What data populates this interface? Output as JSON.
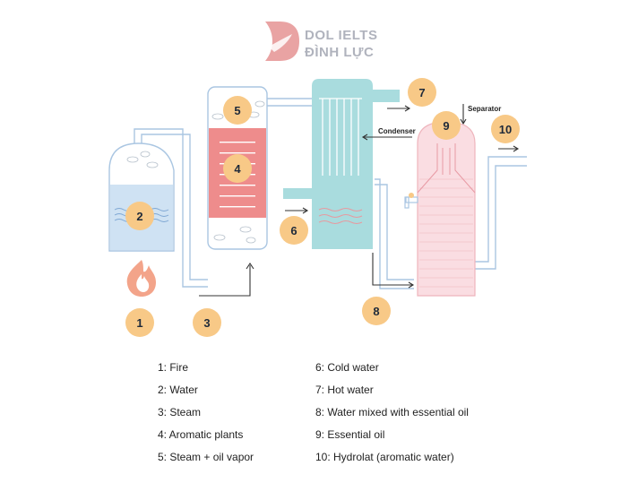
{
  "brand": {
    "line1": "DOL IELTS",
    "line2": "ĐÌNH LỰC",
    "logo_icon": "dolphin-d-logo",
    "color": "#e9a3a3"
  },
  "markers": [
    {
      "num": "1"
    },
    {
      "num": "2"
    },
    {
      "num": "3"
    },
    {
      "num": "4"
    },
    {
      "num": "5"
    },
    {
      "num": "6"
    },
    {
      "num": "7"
    },
    {
      "num": "8"
    },
    {
      "num": "9"
    },
    {
      "num": "10"
    }
  ],
  "labels": {
    "condenser": "Condenser",
    "separator": "Separator"
  },
  "legend": {
    "left": [
      "1: Fire",
      "2: Water",
      "3: Steam",
      "4: Aromatic plants",
      "5: Steam + oil vapor"
    ],
    "right": [
      "6: Cold water",
      "7: Hot water",
      "8: Water mixed with essential oil",
      "9: Essential oil",
      "10: Hydrolat (aromatic water)"
    ]
  },
  "colors": {
    "badge": "#f8c987",
    "pipe": "#aac6e2",
    "water": "#cfe2f3",
    "plants": "#ee8c8c",
    "condenser": "#a9dcde",
    "separator": "#fadde2",
    "fire": "#f3a48a"
  }
}
